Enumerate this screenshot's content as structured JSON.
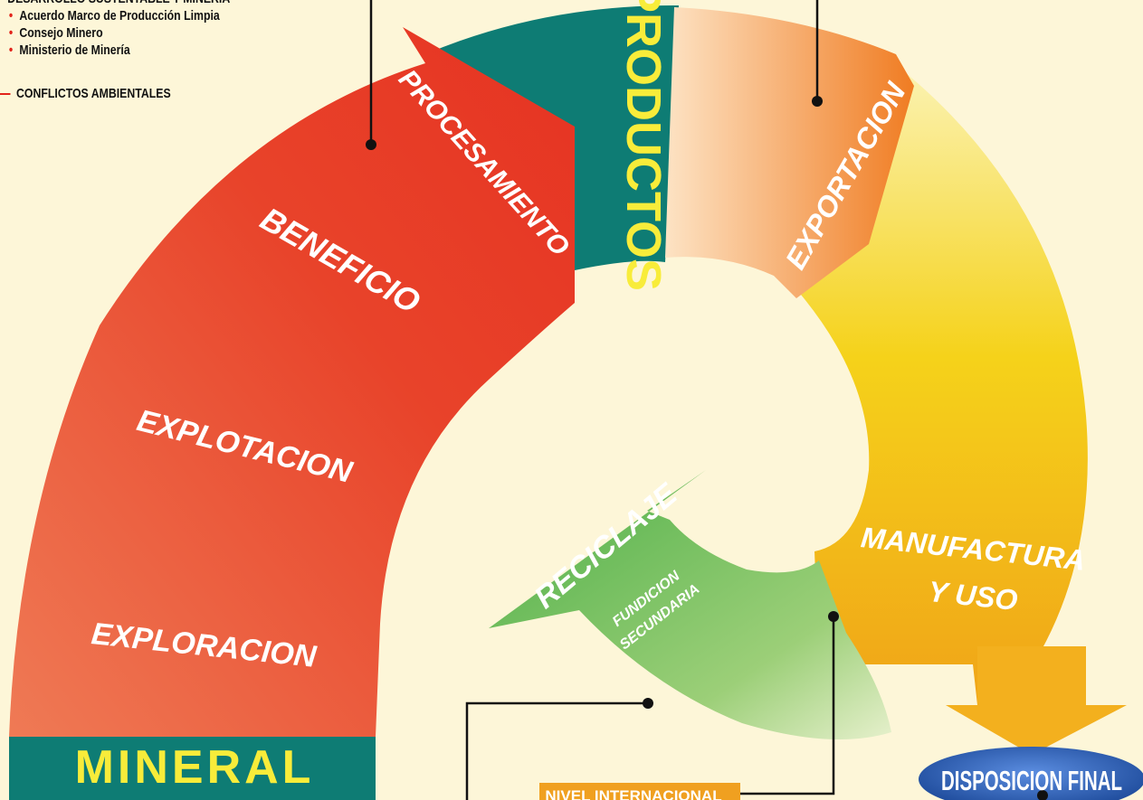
{
  "notes": {
    "header_cut": "DESARROLLO SUSTENTABLE Y MINERÍA",
    "items": [
      "Acuerdo Marco de Producción Limpia",
      "Consejo Minero",
      "Ministerio de Minería"
    ],
    "conflicts": "CONFLICTOS AMBIENTALES"
  },
  "stages": {
    "exploracion": "EXPLORACION",
    "explotacion": "EXPLOTACION",
    "beneficio": "BENEFICIO",
    "procesamiento": "PROCESAMIENTO",
    "productos": "PRODUCTOS",
    "exportacion": "EXPORTACION",
    "manufactura_1": "MANUFACTURA",
    "manufactura_2": "Y USO",
    "reciclaje": "RECICLAJE",
    "fundicion_1": "FUNDICION",
    "fundicion_2": "SECUNDARIA",
    "mineral": "MINERAL",
    "disposicion": "DISPOSICION FINAL",
    "nivel": "NIVEL INTERNACIONAL"
  },
  "colors": {
    "background": "#fdf6d8",
    "red_arrow": "#e8432a",
    "teal": "#0e7c74",
    "orange": "#f08a2c",
    "yellow": "#f2c418",
    "green": "#5bb44f",
    "ellipse": "#2f62b5",
    "label_yellow": "#f8ec3a",
    "nivel_box": "#f0a020"
  }
}
